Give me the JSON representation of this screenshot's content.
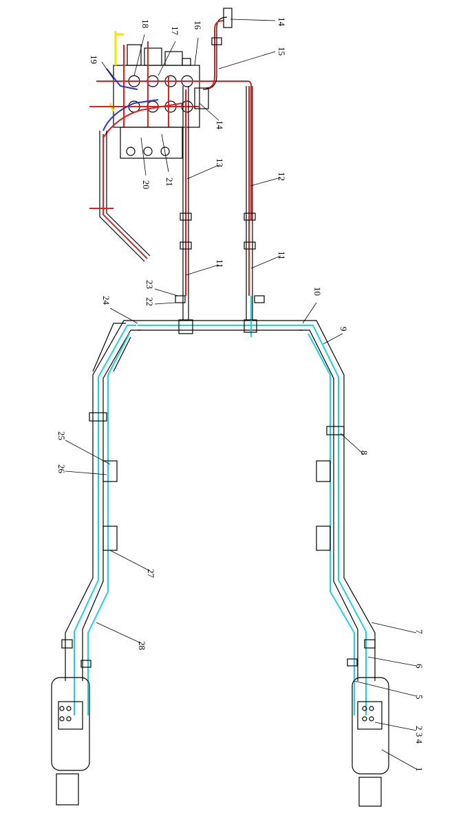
{
  "title": "Pipeline arrangement drawing",
  "labels": {
    "n1": "1",
    "n234": "2 3 4",
    "n5": "5",
    "n6": "6",
    "n7": "7",
    "n8": "8",
    "n9": "9",
    "n10": "10",
    "n11a": "11",
    "n11b": "11",
    "n12": "12",
    "n13": "13",
    "n14a": "14",
    "n14b": "14",
    "n15": "15",
    "n16": "16",
    "n17": "17",
    "n18": "18",
    "n19": "19",
    "n20": "20",
    "n21": "21",
    "n22": "22",
    "n23": "23",
    "n24": "24",
    "n25": "25",
    "n26": "26",
    "n27": "27",
    "n28": "28"
  },
  "colors": {
    "line": "#000000",
    "cyan": "#19d3e0",
    "red": "#e0201e",
    "blue": "#2233dd",
    "yellow": "#f5e400"
  }
}
